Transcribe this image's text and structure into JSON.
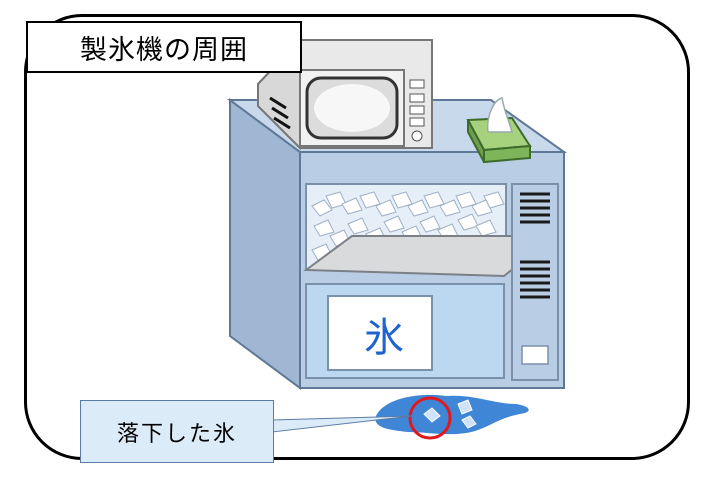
{
  "title": "製氷機の周囲",
  "machine_label": "氷",
  "callout_text": "落下した氷",
  "colors": {
    "machine_front": "#b9cde4",
    "machine_top": "#c9d9ec",
    "machine_side": "#9fb7d3",
    "machine_stroke": "#5f7896",
    "water": "#3f86d6",
    "highlight_circle": "#e0191f",
    "callout_fill": "#dcebf8",
    "ice_label": "#1f63d0",
    "tissue_box": "#7fb55a"
  }
}
